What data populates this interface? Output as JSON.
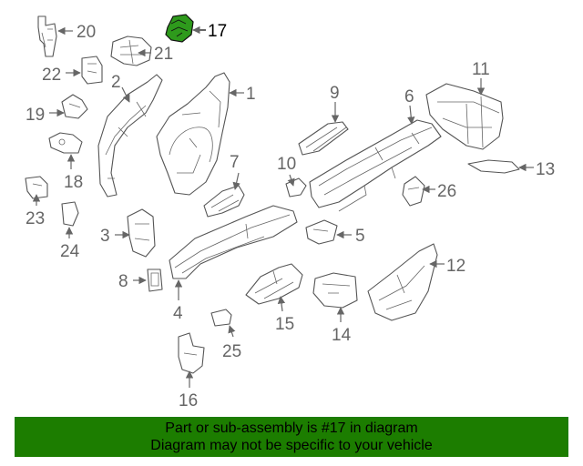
{
  "highlighted_part": "17",
  "colors": {
    "highlight": "#2e9a1c",
    "banner": "#1c7d00",
    "line": "#555555"
  },
  "callouts": {
    "c1": "1",
    "c2": "2",
    "c3": "3",
    "c4": "4",
    "c5": "5",
    "c6": "6",
    "c7": "7",
    "c8": "8",
    "c9": "9",
    "c10": "10",
    "c11": "11",
    "c12": "12",
    "c13": "13",
    "c14": "14",
    "c15": "15",
    "c16": "16",
    "c17": "17",
    "c18": "18",
    "c19": "19",
    "c20": "20",
    "c21": "21",
    "c22": "22",
    "c23": "23",
    "c24": "24",
    "c25": "25",
    "c26": "26"
  },
  "banner": {
    "line1": "Part or sub-assembly is #17 in diagram",
    "line2": "Diagram may not be specific to your vehicle"
  }
}
